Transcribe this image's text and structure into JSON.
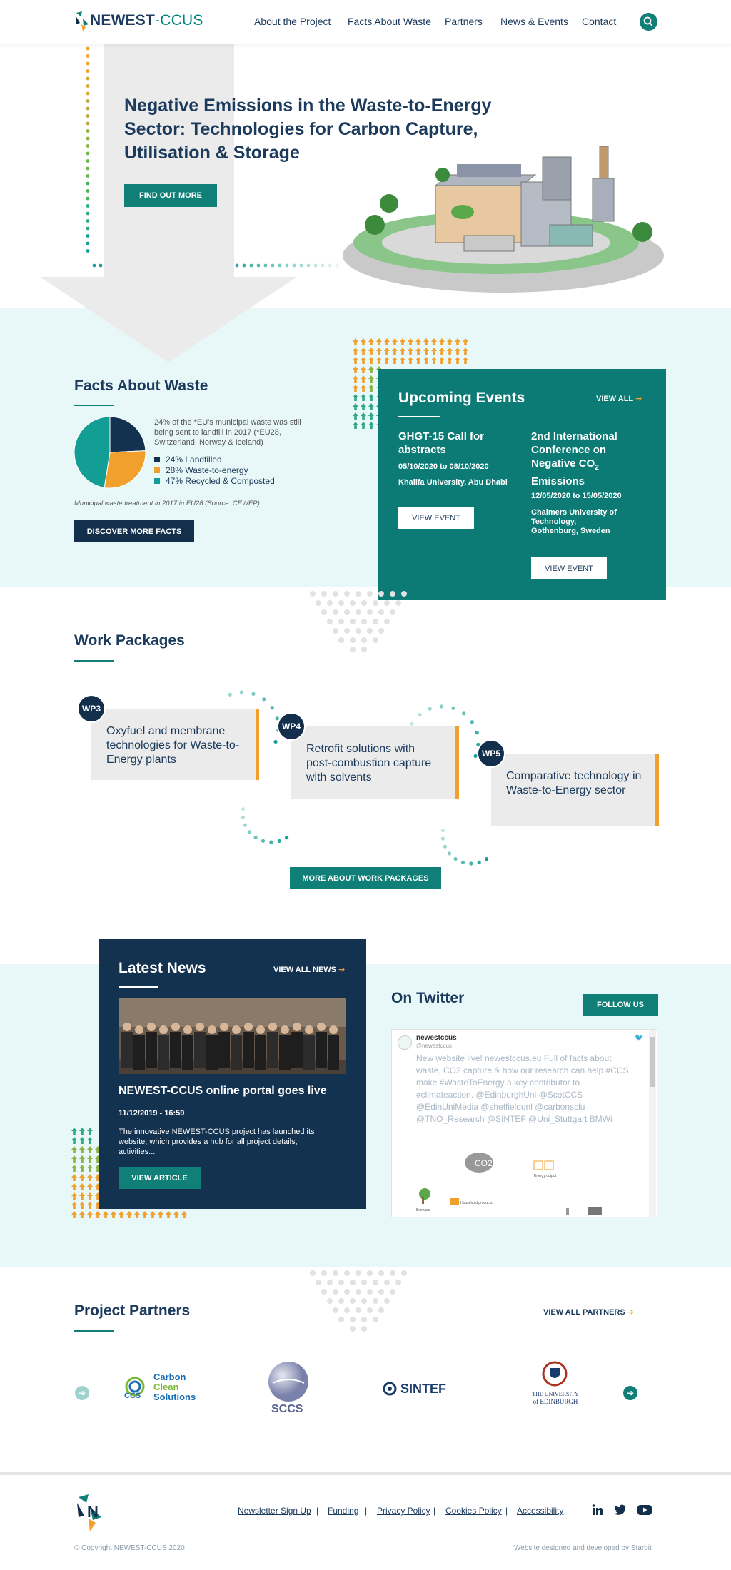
{
  "header": {
    "logo_main": "NEWEST",
    "logo_sep": "-",
    "logo_accent": "CCUS",
    "nav": [
      "About the Project",
      "Facts About Waste",
      "Partners",
      "News & Events",
      "Contact"
    ],
    "search_icon": "search-icon"
  },
  "hero": {
    "title": "Negative Emissions in the Waste-to-Energy Sector: Technologies for Carbon Capture, Utilisation & Storage",
    "button": "FIND OUT MORE"
  },
  "facts": {
    "heading": "Facts About Waste",
    "description": "24% of the *EU's municipal waste was still being sent to landfill in 2017 (*EU28, Switzerland, Norway & Iceland)",
    "legend": [
      {
        "label": "24% Landfilled",
        "color": "#13324f",
        "value": 24
      },
      {
        "label": "28% Waste-to-energy",
        "color": "#f2a02d",
        "value": 28
      },
      {
        "label": "47% Recycled & Composted",
        "color": "#139e95",
        "value": 47
      }
    ],
    "caption": "Municipal waste treatment in 2017 in EU28 (Source: CEWEP)",
    "button": "DISCOVER MORE FACTS"
  },
  "events": {
    "heading": "Upcoming Events",
    "view_all": "VIEW ALL",
    "items": [
      {
        "title": "GHGT-15 Call for abstracts",
        "dates": "05/10/2020 to 08/10/2020",
        "location": "Khalifa University, Abu Dhabi",
        "button": "VIEW EVENT"
      },
      {
        "title_pre": "2nd International Conference on Negative CO",
        "title_sub": "2",
        "title_post": " Emissions",
        "dates": "12/05/2020 to 15/05/2020",
        "location": "Chalmers University of Technology, Gothenburg, Sweden",
        "button": "VIEW EVENT"
      }
    ]
  },
  "work_packages": {
    "heading": "Work Packages",
    "items": [
      {
        "badge": "WP3",
        "text": "Oxyfuel and membrane technologies for Waste-to-Energy plants"
      },
      {
        "badge": "WP4",
        "text": "Retrofit solutions with post-combustion capture with solvents"
      },
      {
        "badge": "WP5",
        "text": "Comparative technology in Waste-to-Energy sector"
      }
    ],
    "button": "MORE ABOUT WORK PACKAGES"
  },
  "news": {
    "heading": "Latest News",
    "view_all": "VIEW ALL NEWS",
    "article_title": "NEWEST-CCUS online portal goes live",
    "date": "11/12/2019 - 16:59",
    "summary": "The innovative NEWEST-CCUS project has launched its website, which provides a hub for all project details, activities...",
    "button": "VIEW ARTICLE"
  },
  "twitter": {
    "heading": "On Twitter",
    "follow": "FOLLOW US",
    "account": "newestccus",
    "handle": "@newestccus",
    "tweet": "New website live! newestccus.eu Full of facts about waste, CO2 capture & how our research can help #CCS make #WasteToEnergy a key contributor to #climateaction. @EdinburghUni @ScotCCS @EdinUniMedia @sheffieldunl @carbonsclu @TNO_Research @SINTEF @Uni_Stuttgart BMWi",
    "diagram_labels": [
      "CO2",
      "Biomass",
      "Household products",
      "Energy output"
    ]
  },
  "partners": {
    "heading": "Project Partners",
    "view_all": "VIEW ALL PARTNERS",
    "logos": [
      {
        "line1": "Carbon",
        "line2": "Clean",
        "line3": "Solutions",
        "mark": "CCS"
      },
      {
        "name": "SCCS"
      },
      {
        "name": "SINTEF"
      },
      {
        "line1": "THE UNIVERSITY",
        "line2": "of EDINBURGH"
      }
    ]
  },
  "footer": {
    "links": [
      "Newsletter Sign Up",
      "Funding",
      "Privacy Policy",
      "Cookies Policy",
      "Accessibility"
    ],
    "social": [
      "linkedin-icon",
      "twitter-icon",
      "youtube-icon"
    ],
    "copyright": "© Copyright NEWEST-CCUS 2020",
    "credit_pre": "Website designed and developed by ",
    "credit_link": "Starbit"
  },
  "colors": {
    "navy": "#13324f",
    "teal": "#0f7f78",
    "orange": "#f2a02d",
    "light_bg": "#e8f8f8"
  }
}
